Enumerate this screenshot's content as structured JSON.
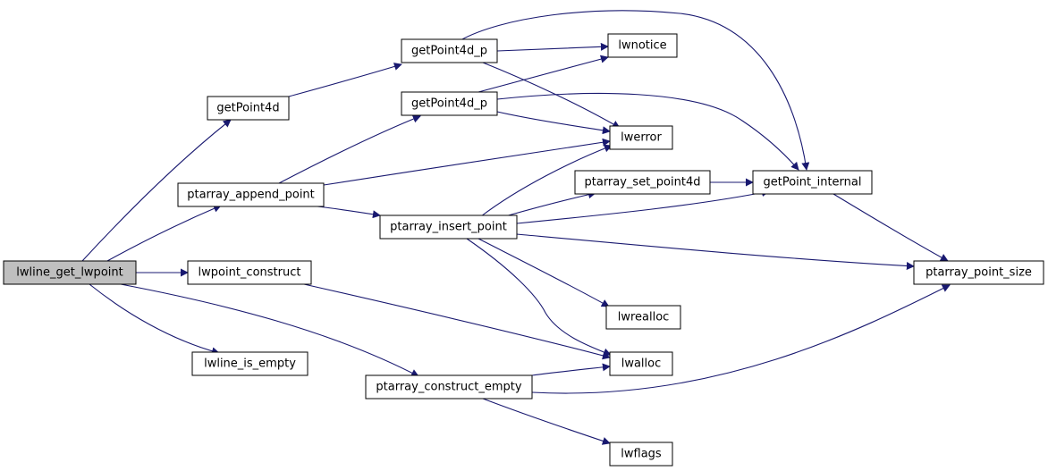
{
  "diagram": {
    "type": "call-graph",
    "edge_color": "#191970",
    "root_fill": "#bfbfbf",
    "nodes": {
      "lwline_get_lwpoint": "lwline_get_lwpoint",
      "getPoint4d": "getPoint4d",
      "ptarray_append_point": "ptarray_append_point",
      "lwpoint_construct": "lwpoint_construct",
      "lwline_is_empty": "lwline_is_empty",
      "ptarray_construct_empty": "ptarray_construct_empty",
      "getPoint4d_p_1": "getPoint4d_p",
      "getPoint4d_p_2": "getPoint4d_p",
      "ptarray_insert_point": "ptarray_insert_point",
      "lwnotice": "lwnotice",
      "lwerror": "lwerror",
      "ptarray_set_point4d": "ptarray_set_point4d",
      "lwrealloc": "lwrealloc",
      "lwalloc": "lwalloc",
      "lwflags": "lwflags",
      "getPoint_internal": "getPoint_internal",
      "ptarray_point_size": "ptarray_point_size"
    },
    "edges": [
      [
        "lwline_get_lwpoint",
        "getPoint4d"
      ],
      [
        "lwline_get_lwpoint",
        "ptarray_append_point"
      ],
      [
        "lwline_get_lwpoint",
        "lwpoint_construct"
      ],
      [
        "lwline_get_lwpoint",
        "lwline_is_empty"
      ],
      [
        "lwline_get_lwpoint",
        "ptarray_construct_empty"
      ],
      [
        "getPoint4d",
        "getPoint4d_p_1"
      ],
      [
        "getPoint4d_p_1",
        "lwnotice"
      ],
      [
        "getPoint4d_p_1",
        "lwerror"
      ],
      [
        "getPoint4d_p_1",
        "getPoint_internal"
      ],
      [
        "ptarray_append_point",
        "getPoint4d_p_2"
      ],
      [
        "ptarray_append_point",
        "lwerror"
      ],
      [
        "ptarray_append_point",
        "ptarray_insert_point"
      ],
      [
        "getPoint4d_p_2",
        "lwnotice"
      ],
      [
        "getPoint4d_p_2",
        "lwerror"
      ],
      [
        "getPoint4d_p_2",
        "getPoint_internal"
      ],
      [
        "ptarray_insert_point",
        "lwerror"
      ],
      [
        "ptarray_insert_point",
        "ptarray_set_point4d"
      ],
      [
        "ptarray_insert_point",
        "getPoint_internal"
      ],
      [
        "ptarray_insert_point",
        "ptarray_point_size"
      ],
      [
        "ptarray_insert_point",
        "lwrealloc"
      ],
      [
        "ptarray_insert_point",
        "lwalloc"
      ],
      [
        "ptarray_set_point4d",
        "getPoint_internal"
      ],
      [
        "getPoint_internal",
        "ptarray_point_size"
      ],
      [
        "lwpoint_construct",
        "lwalloc"
      ],
      [
        "ptarray_construct_empty",
        "lwalloc"
      ],
      [
        "ptarray_construct_empty",
        "ptarray_point_size"
      ],
      [
        "ptarray_construct_empty",
        "lwflags"
      ]
    ]
  }
}
